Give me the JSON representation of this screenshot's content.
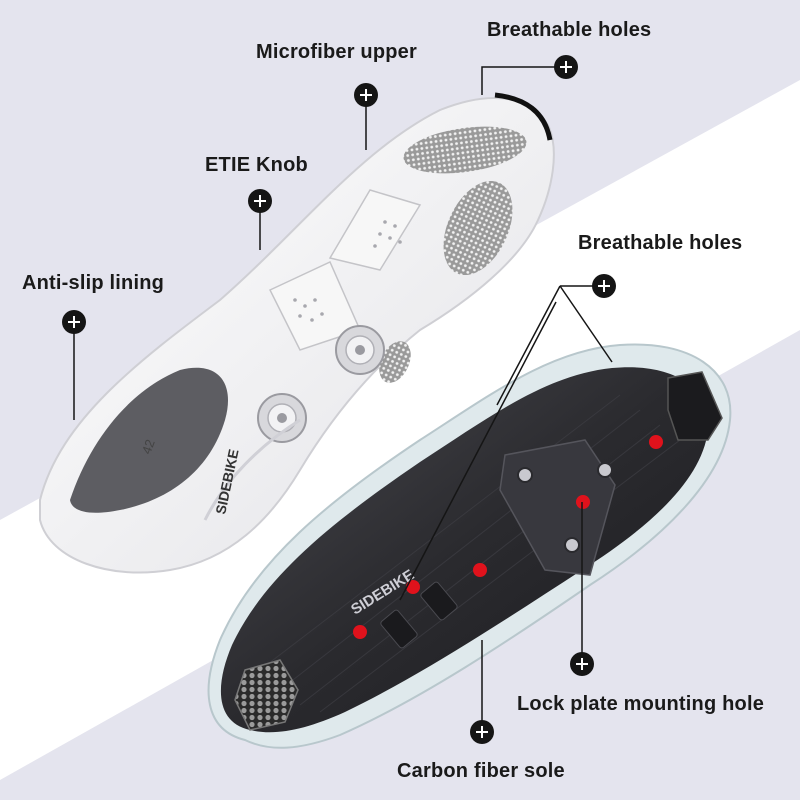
{
  "callouts": {
    "microfiber_upper": "Microfiber upper",
    "breathable_holes_top": "Breathable holes",
    "etie_knob": "ETIE Knob",
    "breathable_holes_sole": "Breathable holes",
    "anti_slip_lining": "Anti-slip lining",
    "lock_plate_mounting_hole": "Lock plate mounting hole",
    "carbon_fiber_sole": "Carbon fiber sole"
  },
  "product": {
    "brand_mark": "SIDEBIKE",
    "size_mark": "42"
  },
  "icons": {
    "callout_marker": "plus-circle-icon"
  },
  "colors": {
    "background": "#e4e4ee",
    "diagonal_band": "#ffffff",
    "shoe_upper": "#f4f4f4",
    "sole": "#2a2a2e",
    "hole_marker": "#e0121c",
    "text": "#1a1a1a"
  }
}
